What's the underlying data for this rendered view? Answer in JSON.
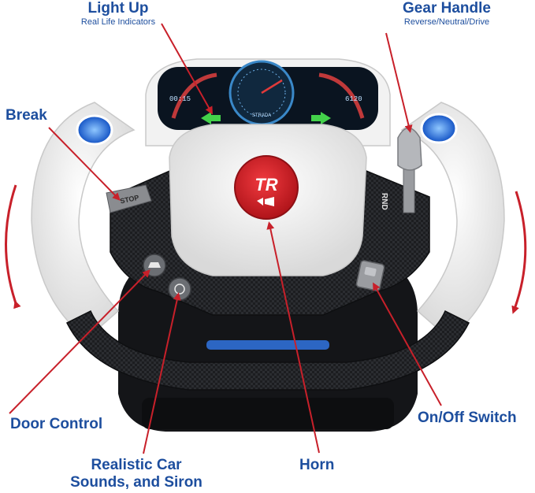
{
  "labels": {
    "light_up": {
      "title": "Light Up",
      "subtitle": "Real Life Indicators"
    },
    "gear_handle": {
      "title": "Gear Handle",
      "subtitle": "Reverse/Neutral/Drive"
    },
    "break": {
      "title": "Break"
    },
    "door_control": {
      "title": "Door Control"
    },
    "sounds": {
      "line1": "Realistic Car",
      "line2": "Sounds, and Siron"
    },
    "horn": {
      "title": "Horn"
    },
    "on_off": {
      "title": "On/Off Switch"
    }
  },
  "wheel": {
    "logo_text": "TR",
    "stop_button": "STOP",
    "gear_letters": "RND",
    "dash_left_readout": "00:15",
    "dash_right_readout": "6120",
    "dash_brand": "STRADA"
  },
  "colors": {
    "label_text": "#1d4e9e",
    "arrow": "#c8202a",
    "wheel_white": "#f4f4f4",
    "carbon": "#1c1d20",
    "horn_red": "#d41f26"
  }
}
